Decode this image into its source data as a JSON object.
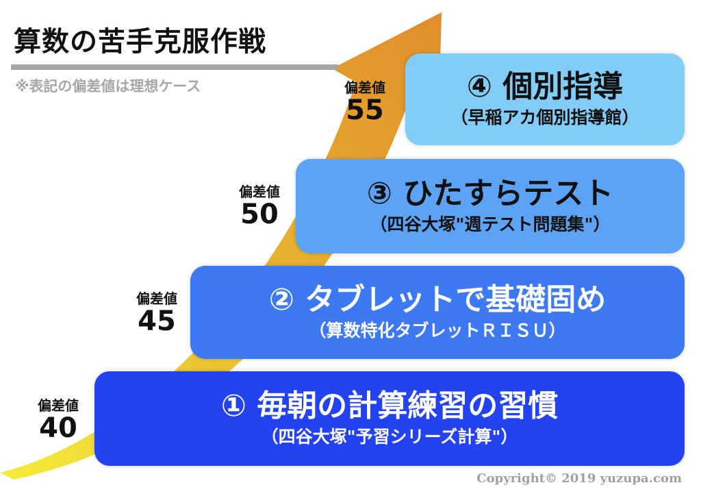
{
  "title": "算数の苦手克服作戦",
  "note": "※表記の偏差値は理想ケース",
  "deviation_label": "偏差値",
  "steps": [
    {
      "main": "① 毎朝の計算練習の習慣",
      "sub": "（四谷大塚\"予習シリーズ計算\"）",
      "deviation": "40",
      "color": "#2342f2"
    },
    {
      "main": "② タブレットで基礎固め",
      "sub": "（算数特化タブレットＲＩＳＵ）",
      "deviation": "45",
      "color": "#3d79f2"
    },
    {
      "main": "③ ひたすらテスト",
      "sub": "（四谷大塚\"週テスト問題集\"）",
      "deviation": "50",
      "color": "#5ca3f6"
    },
    {
      "main": "④ 個別指導",
      "sub": "（早稲アカ個別指導館）",
      "deviation": "55",
      "color": "#82cdf8"
    }
  ],
  "copyright": "Copyright© 2019 yuzupa.com"
}
